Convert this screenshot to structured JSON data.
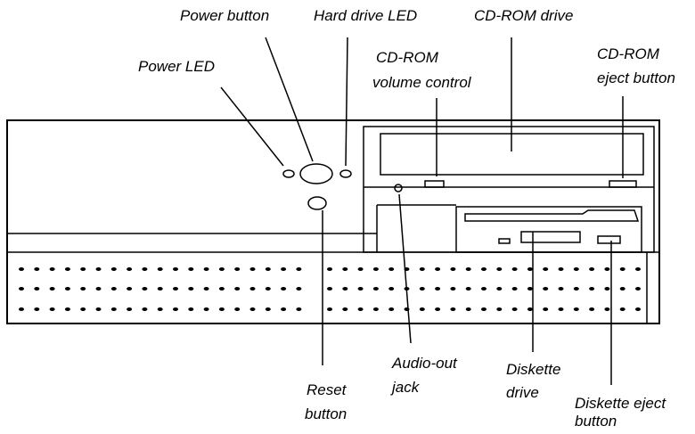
{
  "labels": {
    "power_button": "Power button",
    "hard_drive_led": "Hard drive LED",
    "cdrom_drive": "CD-ROM drive",
    "power_led": "Power LED",
    "cdrom_volume_line1": "CD-ROM",
    "cdrom_volume_line2": "volume control",
    "cdrom_eject_line1": "CD-ROM",
    "cdrom_eject_line2": "eject button",
    "audio_out_line1": "Audio-out",
    "audio_out_line2": "jack",
    "reset_line1": "Reset",
    "reset_line2": "button",
    "diskette_drive_line1": "Diskette",
    "diskette_drive_line2": "drive",
    "diskette_eject_line1": "Diskette eject",
    "diskette_eject_line2": "button"
  }
}
